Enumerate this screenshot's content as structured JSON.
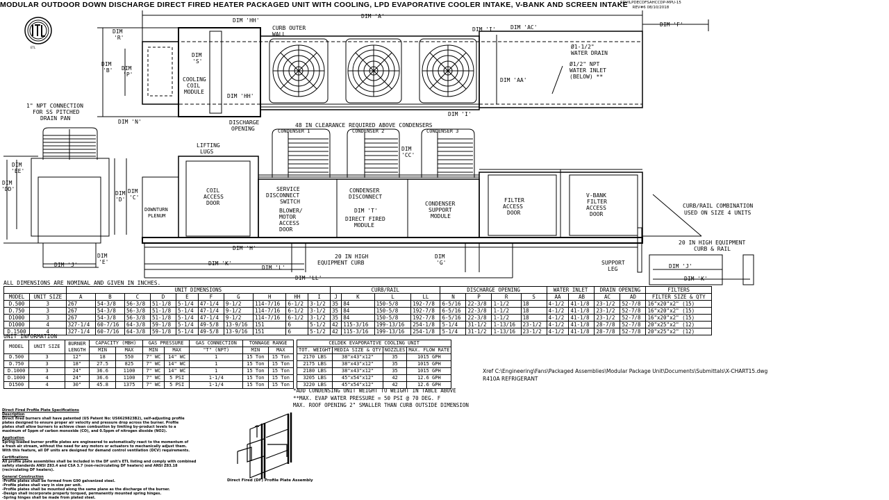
{
  "title": "MODULAR OUTDOOR DOWN DISCHARGE DIRECT FIRED HEATER PACKAGED UNIT WITH COOLING, LPD EVAPORATIVE COOLER INTAKE, V-BANK AND SCREEN INTAKE",
  "drawing_code": "SDVILPDECDFSAHCCDP-MPU-15",
  "revision": "REV#6   08/10/2018",
  "logo_text": "ETL",
  "plan_labels": {
    "dim_a": "DIM 'A'",
    "dim_f": "DIM 'F'",
    "dim_r": [
      "DIM",
      "'R'"
    ],
    "dim_hh_top": "DIM 'HH'",
    "curb_outer_wall": [
      "CURB OUTER",
      "WALL"
    ],
    "dim_b": [
      "DIM",
      "'B'"
    ],
    "dim_p": [
      "DIM",
      "'P'"
    ],
    "dim_s": [
      "DIM",
      "'S'"
    ],
    "cooling_coil_module": [
      "COOLING",
      "COIL",
      "MODULE"
    ],
    "dim_hh_bottom": "DIM 'HH'",
    "npt_connection": [
      "1\" NPT CONNECTION",
      "FOR SS PITCHED",
      "DRAIN PAN"
    ],
    "dim_n": "DIM 'N'",
    "discharge_opening": [
      "DISCHARGE",
      "OPENING"
    ],
    "dim_i_top": "DIM 'I'",
    "dim_ac": "DIM 'AC'",
    "water_drain": [
      "Ø1-1/2\"",
      "WATER DRAIN"
    ],
    "water_inlet": [
      "Ø1/2\" NPT",
      "WATER INLET",
      "(BELOW) **"
    ],
    "dim_aa": "DIM 'AA'",
    "dim_i_bottom": "DIM 'I'"
  },
  "elevation_labels": {
    "clearance": "48 IN CLEARANCE REQUIRED ABOVE CONDENSERS",
    "condenser_1": "CONDENSER 1",
    "condenser_2": "CONDENSER 2",
    "condenser_3": "CONDENSER 3",
    "lifting_lugs": [
      "LIFTING",
      "LUGS"
    ],
    "dim_ee": [
      "DIM",
      "'EE'"
    ],
    "dim_dd": [
      "DIM",
      "'DD'"
    ],
    "dim_d": [
      "DIM",
      "'D'"
    ],
    "dim_c": [
      "DIM",
      "'C'"
    ],
    "downturn_plenum": [
      "DOWNTURN",
      "PLENUM"
    ],
    "coil_access_door": [
      "COIL",
      "ACCESS",
      "DOOR"
    ],
    "service_disconnect": [
      "SERVICE",
      "DISCONNECT",
      "SWITCH"
    ],
    "blower_motor_door": [
      "BLOWER/",
      "MOTOR",
      "ACCESS",
      "DOOR"
    ],
    "condenser_disconnect": [
      "CONDENSER",
      "DISCONNECT"
    ],
    "dim_t": "DIM 'T'",
    "direct_fired_module": [
      "DIRECT FIRED",
      "MODULE"
    ],
    "condenser_support": [
      "CONDENSER",
      "SUPPORT",
      "MODULE"
    ],
    "dim_cc": [
      "DIM",
      "'CC'"
    ],
    "filter_access_door": [
      "FILTER",
      "ACCESS",
      "DOOR"
    ],
    "vbank_filter_door": [
      "V-BANK",
      "FILTER",
      "ACCESS",
      "DOOR"
    ],
    "curb_rail_combo": [
      "CURB/RAIL COMBINATION",
      "USED ON SIZE 4 UNITS"
    ],
    "equipment_curb_rail": [
      "20 IN HIGH EQUIPMENT",
      "CURB & RAIL"
    ],
    "dim_j_right": "DIM 'J'",
    "dim_k_right": "DIM 'K'",
    "support_leg": [
      "SUPPORT",
      "LEG"
    ],
    "dim_h": "DIM 'H'",
    "dim_k": "DIM 'K'",
    "dim_l": "DIM 'L'",
    "dim_ll": "DIM 'LL'",
    "equipment_curb": [
      "20 IN HIGH",
      "EQUIPMENT CURB"
    ],
    "dim_g": [
      "DIM",
      "'G'"
    ],
    "dim_j": "DIM 'J'",
    "dim_e": [
      "DIM",
      "'E'"
    ]
  },
  "dimensions_table": {
    "note": "ALL DIMENSIONS ARE NOMINAL AND GIVEN IN INCHES.",
    "groups": [
      "UNIT DIMENSIONS",
      "CURB/RAIL",
      "DISCHARGE OPENING",
      "WATER INLET",
      "DRAIN OPENING",
      "FILTERS"
    ],
    "columns": [
      "MODEL",
      "UNIT SIZE",
      "A",
      "B",
      "C",
      "D",
      "E",
      "F",
      "G",
      "H",
      "HH",
      "I",
      "J",
      "K",
      "L",
      "LL",
      "N",
      "P",
      "R",
      "S",
      "AA",
      "AB",
      "AC",
      "AD",
      "FILTER SIZE & QTY"
    ],
    "rows": [
      [
        "D.500",
        "3",
        "267",
        "54-3/8",
        "56-3/8",
        "51-1/8",
        "5-1/4",
        "47-1/4",
        "9-1/2",
        "114-7/16",
        "6-1/2",
        "3-1/2",
        "35",
        "84",
        "150-5/8",
        "192-7/8",
        "6-5/16",
        "22-3/8",
        "1-1/2",
        "18",
        "4-1/2",
        "41-1/8",
        "23-1/2",
        "52-7/8",
        "16\"x20\"x2\" (15)"
      ],
      [
        "D.750",
        "3",
        "267",
        "54-3/8",
        "56-3/8",
        "51-1/8",
        "5-1/4",
        "47-1/4",
        "9-1/2",
        "114-7/16",
        "6-1/2",
        "3-1/2",
        "35",
        "84",
        "150-5/8",
        "192-7/8",
        "6-5/16",
        "22-3/8",
        "1-1/2",
        "18",
        "4-1/2",
        "41-1/8",
        "23-1/2",
        "52-7/8",
        "16\"x20\"x2\" (15)"
      ],
      [
        "D1000",
        "3",
        "267",
        "54-3/8",
        "56-3/8",
        "51-1/8",
        "5-1/4",
        "47-1/4",
        "9-1/2",
        "114-7/16",
        "6-1/2",
        "3-1/2",
        "35",
        "84",
        "150-5/8",
        "192-7/8",
        "6-5/16",
        "22-3/8",
        "1-1/2",
        "18",
        "4-1/2",
        "41-1/8",
        "23-1/2",
        "52-7/8",
        "16\"x20\"x2\" (15)"
      ],
      [
        "D1000",
        "4",
        "327-1/4",
        "60-7/16",
        "64-3/8",
        "59-1/8",
        "5-1/4",
        "49-5/8",
        "13-9/16",
        "151",
        "6",
        "5-1/2",
        "42",
        "115-3/16",
        "199-13/16",
        "254-1/8",
        "5-1/4",
        "31-1/2",
        "1-13/16",
        "23-1/2",
        "4-1/2",
        "41-1/8",
        "28-7/8",
        "52-7/8",
        "20\"x25\"x2\" (12)"
      ],
      [
        "D.1500",
        "4",
        "327-1/4",
        "60-7/16",
        "64-3/8",
        "59-1/8",
        "5-1/4",
        "49-5/8",
        "13-9/16",
        "151",
        "6",
        "5-1/2",
        "42",
        "115-3/16",
        "199-13/16",
        "254-1/8",
        "5-1/4",
        "31-1/2",
        "1-13/16",
        "23-1/2",
        "4-1/2",
        "41-1/8",
        "28-7/8",
        "52-7/8",
        "20\"x25\"x2\" (12)"
      ]
    ]
  },
  "unit_information": {
    "caption": "UNIT INFORMATION",
    "headers": {
      "model": "MODEL",
      "unit_size": "UNIT SIZE",
      "burner": "BURNER LENGTH",
      "capacity": "CAPACITY (MBH)",
      "gas_pressure": "GAS PRESSURE",
      "gas_connection": "GAS CONNECTION",
      "tonnage": "TONNAGE RANGE",
      "min": "MIN",
      "max": "MAX",
      "npt": "\"T\" (NPT)"
    },
    "rows": [
      [
        "D.500",
        "3",
        "12\"",
        "18",
        "550",
        "7\" WC",
        "14\" WC",
        "1",
        "15 Ton",
        "15 Ton"
      ],
      [
        "D.750",
        "3",
        "18\"",
        "27.5",
        "825",
        "7\" WC",
        "14\" WC",
        "1",
        "15 Ton",
        "15 Ton"
      ],
      [
        "D.1000",
        "3",
        "24\"",
        "36.6",
        "1100",
        "7\" WC",
        "14\" WC",
        "1",
        "15 Ton",
        "15 Ton"
      ],
      [
        "D.1000",
        "4",
        "24\"",
        "36.6",
        "1100",
        "7\" WC",
        "5 PSI",
        "1-1/4",
        "15 Ton",
        "15 Ton"
      ],
      [
        "D1500",
        "4",
        "30\"",
        "45.8",
        "1375",
        "7\" WC",
        "5 PSI",
        "1-1/4",
        "15 Ton",
        "15 Ton"
      ]
    ]
  },
  "celdek": {
    "title": "CELDEK EVAPORATIVE COOLING UNIT",
    "columns": [
      "TOT. WEIGHT",
      "MEDIA SIZE & QTY",
      "NOZZLES",
      "MAX. FLOW RATE"
    ],
    "rows": [
      [
        "2170 LBS",
        "38\"x43\"x12\"",
        "35",
        "1015 GPH"
      ],
      [
        "2175 LBS",
        "38\"x43\"x12\"",
        "35",
        "1015 GPH"
      ],
      [
        "2180 LBS",
        "38\"x43\"x12\"",
        "35",
        "1015 GPH"
      ],
      [
        "3205 LBS",
        "45\"x54\"x12\"",
        "42",
        "12.6 GPH"
      ],
      [
        "3220 LBS",
        "45\"x54\"x12\"",
        "42",
        "12.6 GPH"
      ]
    ]
  },
  "notes": [
    "*ADD CONDENSING UNIT WEIGHT TO WEIGHT IN TABLE ABOVE",
    "**MAX. EVAP WATER PRESSURE = 50 PSI @ 70 DEG. F",
    "MAX. ROOF OPENING 2\" SMALLER THAN CURB OUTSIDE DIMENSION"
  ],
  "xref": "Xref C:\\Engineering\\Fans\\Packaged Assemblies\\Modular Package Unit\\Documents\\Submittals\\X-CHART15.dwg",
  "refrigerant": "R410A REFRIGERANT",
  "spec": {
    "title": "Direct Fired Profile Plate Specifications",
    "description_heading": "Description",
    "description": [
      "Direct fired burners shall have patented (US Patent No: US6629823B2), self-adjusting profile",
      "plates designed to ensure proper air velocity and pressure drop across the burner. Profile",
      "plates shall allow burners to achieve clean combustion by limiting by-product levels to a",
      "maximum of 5ppm of carbon monoxide (CO), and 0.5ppm of nitrogen dioxide (NO2)."
    ],
    "application_heading": "Application",
    "application": [
      "Spring-loaded burner profile plates are engineered to automatically react to the momentum of",
      "a fresh air stream, without the need for any motors or actuators to mechanically adjust them.",
      "With this feature, all DF units are designed for demand control ventilation (DCV) requirements."
    ],
    "certifications_heading": "Certifications",
    "certifications": [
      "All profile plate assemblies shall be included in the DF unit's ETL listing and comply with combined",
      "safety standards ANSI Z83.4 and CSA 3.7 (non-recirculating DF heaters) and ANSI Z83.18",
      "(recirculating DF heaters)."
    ],
    "construction_heading": "General Construction",
    "construction": [
      "-Profile plates shall be formed from G90 galvanized steel.",
      "-Profile plates shall vary in size per unit.",
      "-Profile plates shall be mounted along the same plane as the discharge of the burner.",
      "-Design shall incorporate properly torqued, permanently mounted spring hinges.",
      "-Spring hinges shall be made from plated steel."
    ]
  },
  "assembly_caption": "Direct Fired (DF) Profile Plate Assembly"
}
